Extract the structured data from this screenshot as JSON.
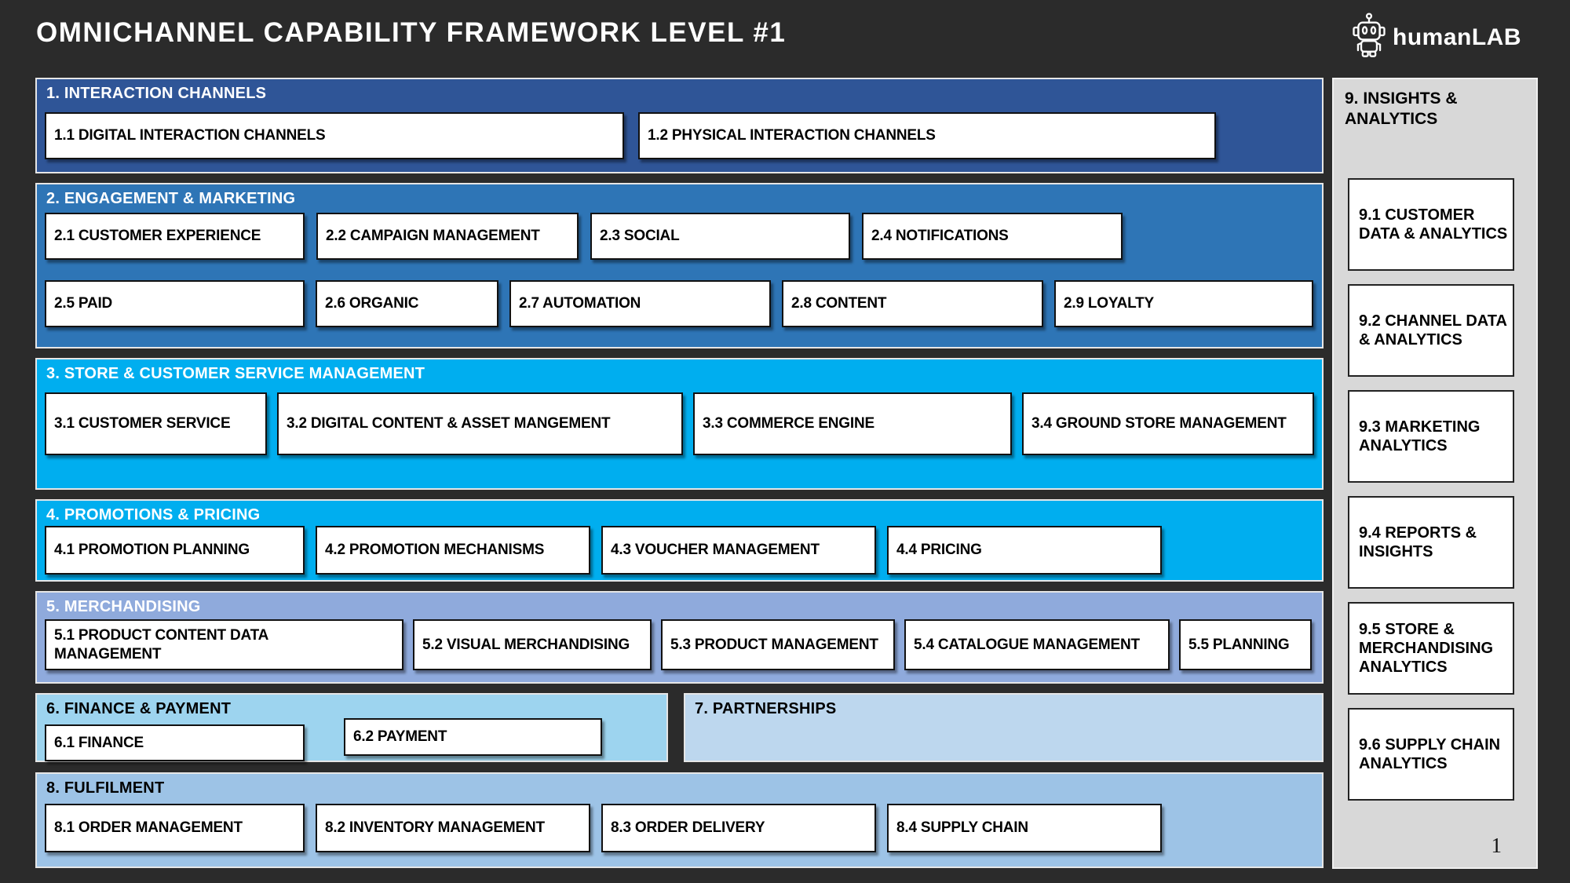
{
  "page": {
    "title": "OMNICHANNEL CAPABILITY FRAMEWORK LEVEL #1",
    "page_number": "1"
  },
  "logo": {
    "text": "humanLAB",
    "icon": "robot-icon"
  },
  "colors": {
    "background": "#2b2b2b",
    "section1": "#2f5597",
    "section2": "#2e75b6",
    "section3": "#00aeef",
    "section4": "#00aeef",
    "section5": "#8faadc",
    "section6": "#9dd4ef",
    "section7": "#bdd7ee",
    "section8": "#9dc3e6",
    "sidebar": "#d8d8d8",
    "box_fill": "#ffffff",
    "box_border": "#111111"
  },
  "sections": {
    "s1": {
      "title": "1. INTERACTION CHANNELS",
      "items": [
        "1.1 DIGITAL INTERACTION CHANNELS",
        "1.2  PHYSICAL INTERACTION CHANNELS"
      ]
    },
    "s2": {
      "title": "2. ENGAGEMENT & MARKETING",
      "row1": [
        "2.1 CUSTOMER EXPERIENCE",
        "2.2 CAMPAIGN MANAGEMENT",
        "2.3 SOCIAL",
        "2.4 NOTIFICATIONS"
      ],
      "row2": [
        "2.5 PAID",
        "2.6 ORGANIC",
        "2.7 AUTOMATION",
        "2.8 CONTENT",
        "2.9 LOYALTY"
      ]
    },
    "s3": {
      "title": "3. STORE & CUSTOMER SERVICE MANAGEMENT",
      "items": [
        "3.1 CUSTOMER SERVICE",
        "3.2 DIGITAL CONTENT & ASSET MANGEMENT",
        "3.3 COMMERCE ENGINE",
        "3.4 GROUND STORE MANAGEMENT"
      ]
    },
    "s4": {
      "title": "4. PROMOTIONS & PRICING",
      "items": [
        "4.1 PROMOTION PLANNING",
        "4.2 PROMOTION MECHANISMS",
        "4.3 VOUCHER MANAGEMENT",
        "4.4 PRICING"
      ]
    },
    "s5": {
      "title": "5. MERCHANDISING",
      "items": [
        "5.1 PRODUCT CONTENT DATA\nMANAGEMENT",
        "5.2 VISUAL MERCHANDISING",
        "5.3 PRODUCT MANAGEMENT",
        "5.4 CATALOGUE MANAGEMENT",
        "5.5 PLANNING"
      ]
    },
    "s6": {
      "title": "6. FINANCE & PAYMENT",
      "items": [
        "6.1  FINANCE",
        "6.2 PAYMENT"
      ]
    },
    "s7": {
      "title": "7. PARTNERSHIPS"
    },
    "s8": {
      "title": "8. FULFILMENT",
      "items": [
        "8.1 ORDER MANAGEMENT",
        "8.2 INVENTORY MANAGEMENT",
        "8.3 ORDER DELIVERY",
        "8.4 SUPPLY CHAIN"
      ]
    },
    "s9": {
      "title": "9. INSIGHTS &\nANALYTICS",
      "items": [
        "9.1 CUSTOMER\nDATA & ANALYTICS",
        "9.2 CHANNEL DATA\n& ANALYTICS",
        "9.3 MARKETING\nANALYTICS",
        "9.4 REPORTS &\nINSIGHTS",
        "9.5 STORE &\nMERCHANDISING\nANALYTICS",
        "9.6 SUPPLY CHAIN\nANALYTICS"
      ]
    }
  }
}
